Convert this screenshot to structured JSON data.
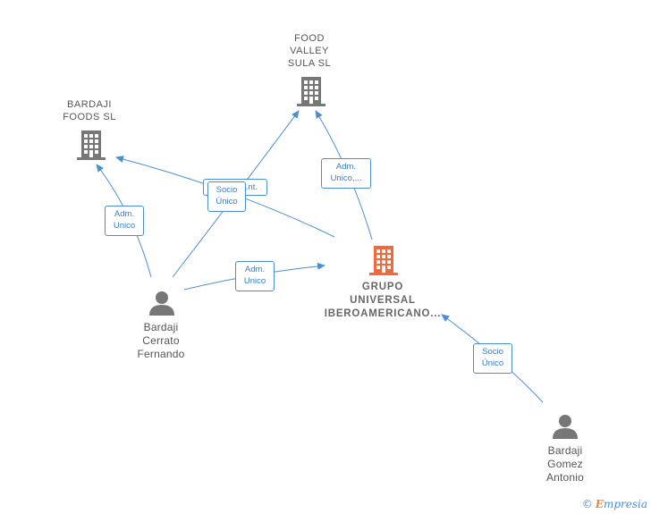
{
  "nodes": {
    "food_valley": {
      "label_lines": [
        "FOOD",
        "VALLEY",
        "SULA  SL"
      ]
    },
    "bardaji_foods": {
      "label_lines": [
        "BARDAJI",
        "FOODS  SL"
      ]
    },
    "grupo_universal": {
      "label_lines": [
        "GRUPO",
        "UNIVERSAL",
        "IBEROAMERICANO..."
      ]
    },
    "bardaji_cerrato": {
      "label_lines": [
        "Bardaji",
        "Cerrato",
        "Fernando"
      ]
    },
    "bardaji_gomez": {
      "label_lines": [
        "Bardaji",
        "Gomez",
        "Antonio"
      ]
    }
  },
  "edges": {
    "adm_unico_food_valley": [
      "Adm.",
      "Unico,..."
    ],
    "adm_unico_bardaji_foods": [
      "Adm.",
      "Unico"
    ],
    "apoderado_hidden": [
      "...nt."
    ],
    "socio_unico_food_valley": [
      "Socio",
      "Único"
    ],
    "adm_unico_grupo": [
      "Adm.",
      "Unico"
    ],
    "socio_unico_grupo": [
      "Socio",
      "Único"
    ]
  },
  "colors": {
    "edge": "#4a8fd6",
    "company_icon": "#777777",
    "focus_icon": "#f26a3c",
    "person_icon": "#777777"
  },
  "icons": {
    "company": "building-icon",
    "person": "person-icon"
  },
  "watermark": {
    "symbol": "©",
    "brand_first": "E",
    "brand_rest": "mpresia"
  }
}
